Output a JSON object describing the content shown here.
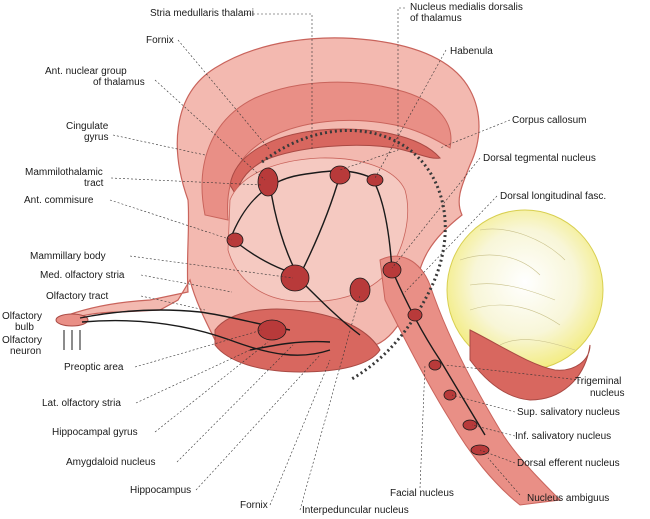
{
  "colors": {
    "tissue_light": "#f3b9b0",
    "tissue_mid": "#e98f86",
    "tissue_dark": "#d8675f",
    "nucleus": "#b83a3a",
    "fiber": "#1a1a1a",
    "cerebellum": "#f6ef9a",
    "cerebellum_edge": "#ffffff"
  },
  "labels": {
    "stria_medullaris": "Stria medullaris thalami",
    "nucleus_medialis": "Nucleus medialis dorsalis",
    "nucleus_medialis_2": "of thalamus",
    "fornix_top": "Fornix",
    "habenula": "Habenula",
    "ant_nuclear": "Ant. nuclear group",
    "ant_nuclear_2": "of thalamus",
    "corpus_callosum": "Corpus callosum",
    "cingulate": "Cingulate",
    "cingulate_2": "gyrus",
    "dorsal_tegmental": "Dorsal tegmental nucleus",
    "mammilothalamic": "Mammilothalamic",
    "mammilothalamic_2": "tract",
    "dorsal_longitudinal": "Dorsal longitudinal fasc.",
    "ant_commisure": "Ant. commisure",
    "mammillary_body": "Mammillary body",
    "med_olfactory": "Med. olfactory stria",
    "olfactory_tract": "Olfactory tract",
    "olfactory_bulb": "Olfactory",
    "olfactory_bulb_2": "bulb",
    "olfactory_neuron": "Olfactory",
    "olfactory_neuron_2": "neuron",
    "preoptic_area": "Preoptic area",
    "lat_olfactory": "Lat. olfactory stria",
    "hippocampal_gyrus": "Hippocampal gyrus",
    "amygdaloid": "Amygdaloid nucleus",
    "hippocampus": "Hippocampus",
    "fornix_bottom": "Fornix",
    "interpeduncular": "Interpeduncular nucleus",
    "facial_nucleus": "Facial nucleus",
    "trigeminal": "Trigeminal",
    "trigeminal_2": "nucleus",
    "sup_salivatory": "Sup. salivatory nucleus",
    "inf_salivatory": "Inf. salivatory nucleus",
    "dorsal_efferent": "Dorsal efferent nucleus",
    "nucleus_ambiguus": "Nucleus ambiguus"
  }
}
